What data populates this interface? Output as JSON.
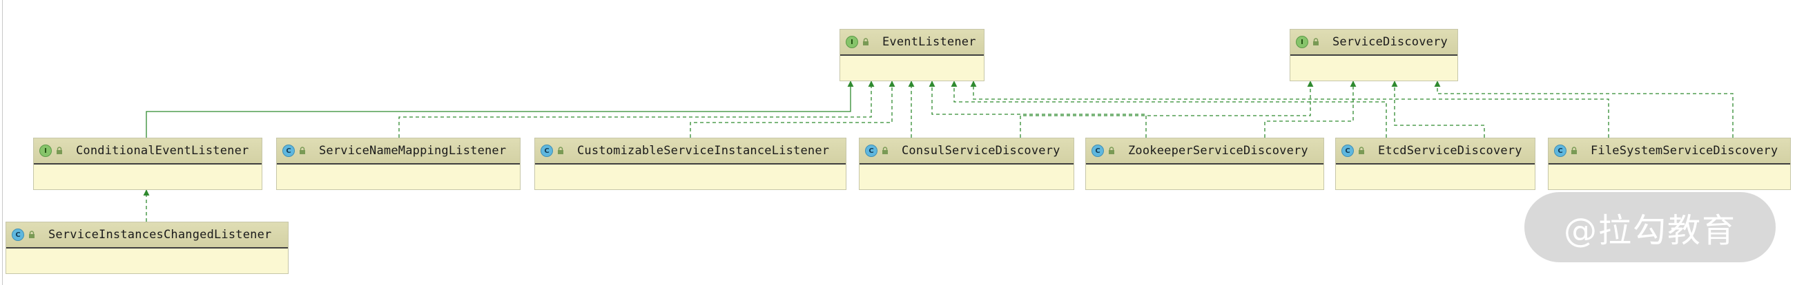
{
  "diagram": {
    "boxes": [
      {
        "id": "event-listener",
        "kind": "interface",
        "badge": "I",
        "name": "EventListener"
      },
      {
        "id": "service-discovery",
        "kind": "interface",
        "badge": "I",
        "name": "ServiceDiscovery"
      },
      {
        "id": "conditional-event-listener",
        "kind": "interface",
        "badge": "I",
        "name": "ConditionalEventListener"
      },
      {
        "id": "service-name-mapping-listener",
        "kind": "class",
        "badge": "C",
        "name": "ServiceNameMappingListener"
      },
      {
        "id": "customizable-service-instance-listener",
        "kind": "class",
        "badge": "C",
        "name": "CustomizableServiceInstanceListener"
      },
      {
        "id": "consul-service-discovery",
        "kind": "class",
        "badge": "C",
        "name": "ConsulServiceDiscovery"
      },
      {
        "id": "zookeeper-service-discovery",
        "kind": "class",
        "badge": "C",
        "name": "ZookeeperServiceDiscovery"
      },
      {
        "id": "etcd-service-discovery",
        "kind": "class",
        "badge": "C",
        "name": "EtcdServiceDiscovery"
      },
      {
        "id": "file-system-service-discovery",
        "kind": "class",
        "badge": "C",
        "name": "FileSystemServiceDiscovery"
      },
      {
        "id": "service-instances-changed-listener",
        "kind": "class",
        "badge": "C",
        "name": "ServiceInstancesChangedListener"
      }
    ],
    "relations": [
      {
        "from": "conditional-event-listener",
        "to": "event-listener",
        "type": "extends"
      },
      {
        "from": "service-name-mapping-listener",
        "to": "event-listener",
        "type": "implements"
      },
      {
        "from": "customizable-service-instance-listener",
        "to": "event-listener",
        "type": "implements"
      },
      {
        "from": "consul-service-discovery",
        "to": "event-listener",
        "type": "implements"
      },
      {
        "from": "consul-service-discovery",
        "to": "service-discovery",
        "type": "implements"
      },
      {
        "from": "zookeeper-service-discovery",
        "to": "event-listener",
        "type": "implements"
      },
      {
        "from": "zookeeper-service-discovery",
        "to": "service-discovery",
        "type": "implements"
      },
      {
        "from": "etcd-service-discovery",
        "to": "event-listener",
        "type": "implements"
      },
      {
        "from": "etcd-service-discovery",
        "to": "service-discovery",
        "type": "implements"
      },
      {
        "from": "file-system-service-discovery",
        "to": "event-listener",
        "type": "implements"
      },
      {
        "from": "file-system-service-discovery",
        "to": "service-discovery",
        "type": "implements"
      },
      {
        "from": "service-instances-changed-listener",
        "to": "conditional-event-listener",
        "type": "implements"
      }
    ],
    "colors": {
      "edge": "#2f8a2f",
      "box_fill": "#fbf8d2",
      "header_fill": "#d8d6aa",
      "interface_badge": "#86c46a",
      "class_badge": "#5fb7de"
    },
    "icons": {
      "interface": "interface-icon",
      "class": "class-icon",
      "visibility": "lock-icon"
    }
  },
  "watermark": {
    "text": "@拉勾教育"
  }
}
